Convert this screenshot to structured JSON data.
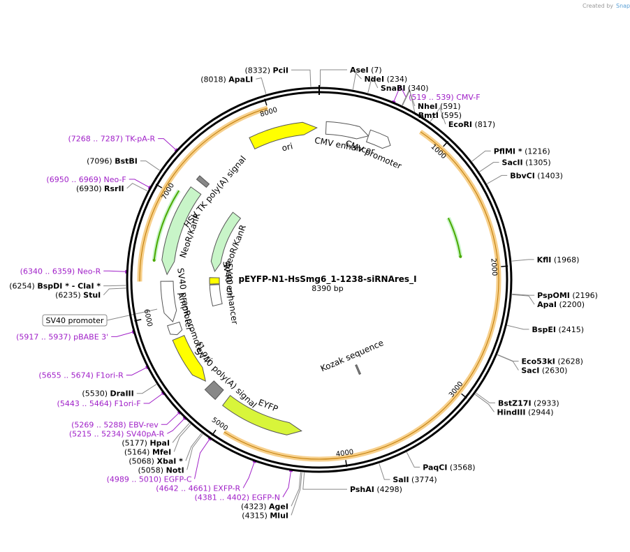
{
  "branding": {
    "created_by": "Created by",
    "app_name": "SnapGene"
  },
  "plasmid": {
    "name": "pEYFP-N1-HsSmg6_1-1238-siRNAres_I",
    "size_label": "8390 bp",
    "length_bp": 8390
  },
  "colors": {
    "backbone": "#000000",
    "primer": "#a020c8",
    "orf_highlight": "#f6c878",
    "ori": "#ffff00",
    "neo": "#c8f5c8",
    "eyfp": "#d8f53a",
    "cds_arrow_green": "#4aa800",
    "gray_feature": "#888888"
  },
  "ticks": [
    {
      "bp": 1000,
      "label": "1000"
    },
    {
      "bp": 2000,
      "label": "2000"
    },
    {
      "bp": 3000,
      "label": "3000"
    },
    {
      "bp": 4000,
      "label": "4000"
    },
    {
      "bp": 5000,
      "label": "5000"
    },
    {
      "bp": 6000,
      "label": "6000"
    },
    {
      "bp": 7000,
      "label": "7000"
    },
    {
      "bp": 8000,
      "label": "8000"
    }
  ],
  "sites": [
    {
      "name": "PciI",
      "pos": "(8332)",
      "bp": 8332,
      "side": "left"
    },
    {
      "name": "AseI",
      "pos": "(7)",
      "bp": 7,
      "side": "right"
    },
    {
      "name": "NdeI",
      "pos": "(234)",
      "bp": 234,
      "side": "right"
    },
    {
      "name": "SnaBI",
      "pos": "(340)",
      "bp": 340,
      "side": "right"
    },
    {
      "name": "NheI",
      "pos": "(591)",
      "bp": 591,
      "side": "right"
    },
    {
      "name": "BmtI",
      "pos": "(595)",
      "bp": 595,
      "side": "right"
    },
    {
      "name": "EcoRI",
      "pos": "(817)",
      "bp": 817,
      "side": "right"
    },
    {
      "name": "PflMI *",
      "pos": "(1216)",
      "bp": 1216,
      "side": "right"
    },
    {
      "name": "SacII",
      "pos": "(1305)",
      "bp": 1305,
      "side": "right"
    },
    {
      "name": "BbvCI",
      "pos": "(1403)",
      "bp": 1403,
      "side": "right"
    },
    {
      "name": "KflI",
      "pos": "(1968)",
      "bp": 1968,
      "side": "right"
    },
    {
      "name": "PspOMI",
      "pos": "(2196)",
      "bp": 2196,
      "side": "right"
    },
    {
      "name": "ApaI",
      "pos": "(2200)",
      "bp": 2200,
      "side": "right"
    },
    {
      "name": "BspEI",
      "pos": "(2415)",
      "bp": 2415,
      "side": "right"
    },
    {
      "name": "Eco53kI",
      "pos": "(2628)",
      "bp": 2628,
      "side": "right"
    },
    {
      "name": "SacI",
      "pos": "(2630)",
      "bp": 2630,
      "side": "right"
    },
    {
      "name": "BstZ17I",
      "pos": "(2933)",
      "bp": 2933,
      "side": "right"
    },
    {
      "name": "HindIII",
      "pos": "(2944)",
      "bp": 2944,
      "side": "right"
    },
    {
      "name": "PaqCI",
      "pos": "(3568)",
      "bp": 3568,
      "side": "right"
    },
    {
      "name": "SalI",
      "pos": "(3774)",
      "bp": 3774,
      "side": "right"
    },
    {
      "name": "PshAI",
      "pos": "(4298)",
      "bp": 4298,
      "side": "right"
    },
    {
      "name": "MluI",
      "pos": "(4315)",
      "bp": 4315,
      "side": "left"
    },
    {
      "name": "AgeI",
      "pos": "(4323)",
      "bp": 4323,
      "side": "left"
    },
    {
      "name": "NotI",
      "pos": "(5058)",
      "bp": 5058,
      "side": "left"
    },
    {
      "name": "XbaI *",
      "pos": "(5068)",
      "bp": 5068,
      "side": "left"
    },
    {
      "name": "MfeI",
      "pos": "(5164)",
      "bp": 5164,
      "side": "left"
    },
    {
      "name": "HpaI",
      "pos": "(5177)",
      "bp": 5177,
      "side": "left"
    },
    {
      "name": "DraIII",
      "pos": "(5530)",
      "bp": 5530,
      "side": "left"
    },
    {
      "name": "StuI",
      "pos": "(6235)",
      "bp": 6235,
      "side": "left"
    },
    {
      "name": "BspDI * - ClaI *",
      "pos": "(6254)",
      "bp": 6254,
      "side": "left"
    },
    {
      "name": "RsrII",
      "pos": "(6930)",
      "bp": 6930,
      "side": "left"
    },
    {
      "name": "BstBI",
      "pos": "(7096)",
      "bp": 7096,
      "side": "left"
    },
    {
      "name": "ApaLI",
      "pos": "(8018)",
      "bp": 8018,
      "side": "left"
    }
  ],
  "primers": [
    {
      "name": "CMV-F",
      "range": "(519 .. 539)",
      "bp": 529,
      "side": "right"
    },
    {
      "name": "EGFP-N",
      "range": "(4381 .. 4402)",
      "bp": 4391,
      "side": "left"
    },
    {
      "name": "EXFP-R",
      "range": "(4642 .. 4661)",
      "bp": 4651,
      "side": "left"
    },
    {
      "name": "EGFP-C",
      "range": "(4989 .. 5010)",
      "bp": 4999,
      "side": "left"
    },
    {
      "name": "SV40pA-R",
      "range": "(5215 .. 5234)",
      "bp": 5224,
      "side": "left"
    },
    {
      "name": "EBV-rev",
      "range": "(5269 .. 5288)",
      "bp": 5278,
      "side": "left"
    },
    {
      "name": "F1ori-F",
      "range": "(5443 .. 5464)",
      "bp": 5453,
      "side": "left"
    },
    {
      "name": "F1ori-R",
      "range": "(5655 .. 5674)",
      "bp": 5664,
      "side": "left"
    },
    {
      "name": "pBABE 3'",
      "range": "(5917 .. 5937)",
      "bp": 5927,
      "side": "left"
    },
    {
      "name": "Neo-R",
      "range": "(6340 .. 6359)",
      "bp": 6349,
      "side": "left"
    },
    {
      "name": "Neo-F",
      "range": "(6950 .. 6969)",
      "bp": 6959,
      "side": "left"
    },
    {
      "name": "TK-pA-R",
      "range": "(7268 .. 7287)",
      "bp": 7277,
      "side": "left"
    }
  ],
  "features": [
    {
      "name": "CMV enhancer",
      "start": 60,
      "end": 440,
      "ring": 218,
      "color": "#ffffff",
      "dir": 1
    },
    {
      "name": "CMV promoter",
      "start": 440,
      "end": 650,
      "ring": 218,
      "color": "#ffffff",
      "dir": 1
    },
    {
      "name": "EYFP",
      "start": 4350,
      "end": 5070,
      "ring": 218,
      "color": "#d8f53a",
      "dir": -1
    },
    {
      "name": "SV40 poly(A) signal",
      "start": 5150,
      "end": 5270,
      "ring": 218,
      "color": "#888888",
      "dir": 0
    },
    {
      "name": "f1 ori",
      "start": 5320,
      "end": 5770,
      "ring": 218,
      "color": "#ffff00",
      "dir": -1
    },
    {
      "name": "AmpR promoter",
      "start": 5800,
      "end": 5900,
      "ring": 218,
      "color": "#ffffff",
      "dir": -1
    },
    {
      "name": "SV40 promoter",
      "start": 5920,
      "end": 6280,
      "ring": 218,
      "color": "#ffffff",
      "dir": -1
    },
    {
      "name": "NeoR/KanR",
      "start": 6340,
      "end": 7130,
      "ring": 218,
      "color": "#c8f5c8",
      "dir": -1
    },
    {
      "name": "HSV TK poly(A) signal",
      "start": 7210,
      "end": 7250,
      "ring": 218,
      "color": "#888888",
      "dir": 0
    },
    {
      "name": "ori",
      "start": 7780,
      "end": 8370,
      "ring": 218,
      "color": "#ffff00",
      "dir": 1
    },
    {
      "name": "SV40 ori",
      "start": 6240,
      "end": 6320,
      "ring": 150,
      "color": "#ffff00",
      "dir": 0
    },
    {
      "name": "SV40 enhancer",
      "start": 5970,
      "end": 6230,
      "ring": 150,
      "color": "#ffffff",
      "dir": 0
    },
    {
      "name": "NeoR/KanR",
      "start": 6400,
      "end": 7180,
      "ring": 150,
      "color": "#c8f5c8",
      "dir": -1
    },
    {
      "name": "Kozak sequence",
      "start": 3640,
      "end": 3660,
      "ring": 140,
      "color": "#888888",
      "dir": 0
    }
  ],
  "orf_arcs": [
    {
      "start": 800,
      "end": 4940,
      "ring": 257,
      "dir": 1
    },
    {
      "start": 6280,
      "end": 7180,
      "ring": 257,
      "dir": -1
    },
    {
      "start": 7180,
      "end": 8000,
      "ring": 257,
      "dir": 1
    }
  ],
  "green_arcs": [
    {
      "start": 1500,
      "end": 1880,
      "ring": 205,
      "dir": 1
    },
    {
      "start": 6450,
      "end": 7050,
      "ring": 238,
      "dir": -1
    }
  ],
  "boxed_labels": [
    "SV40 promoter"
  ]
}
